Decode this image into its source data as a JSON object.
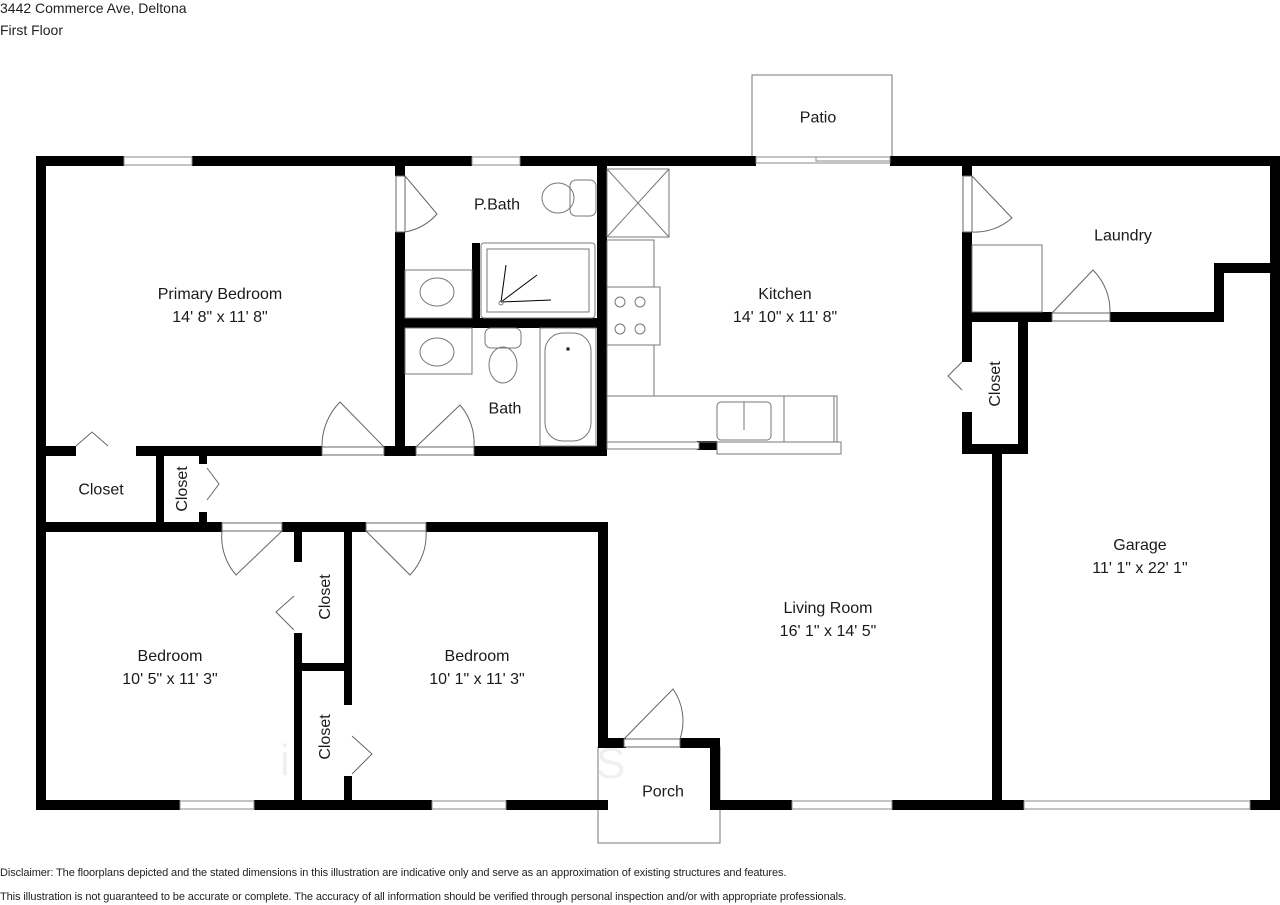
{
  "header": {
    "address": "3442 Commerce Ave, Deltona",
    "floor": "First Floor"
  },
  "rooms": {
    "patio": {
      "name": "Patio"
    },
    "p_bath": {
      "name": "P.Bath"
    },
    "primary_bedroom": {
      "name": "Primary Bedroom",
      "dimensions": "14' 8\" x 11' 8\""
    },
    "kitchen": {
      "name": "Kitchen",
      "dimensions": "14' 10\" x 11' 8\""
    },
    "laundry": {
      "name": "Laundry"
    },
    "bath": {
      "name": "Bath"
    },
    "closet_east": {
      "name": "Closet"
    },
    "closet_hall_left": {
      "name": "Closet"
    },
    "closet_hall_small": {
      "name": "Closet"
    },
    "garage": {
      "name": "Garage",
      "dimensions": "11' 1\" x 22' 1\""
    },
    "closet_mid_upper": {
      "name": "Closet"
    },
    "living_room": {
      "name": "Living Room",
      "dimensions": "16' 1\" x 14' 5\""
    },
    "bedroom_left": {
      "name": "Bedroom",
      "dimensions": "10' 5\" x 11' 3\""
    },
    "bedroom_right": {
      "name": "Bedroom",
      "dimensions": "10' 1\" x 11' 3\""
    },
    "closet_mid_lower": {
      "name": "Closet"
    },
    "porch": {
      "name": "Porch"
    }
  },
  "colors": {
    "wall": "#000000",
    "fixture_line": "#555555",
    "background": "#ffffff"
  },
  "disclaimer": {
    "line1": "Disclaimer: The floorplans depicted and the stated dimensions in this illustration are indicative only and serve as an approximation of existing structures and features.",
    "line2": "This illustration is not guaranteed to be accurate or complete. The accuracy of all information should be verified through personal inspection and/or with appropriate professionals."
  }
}
